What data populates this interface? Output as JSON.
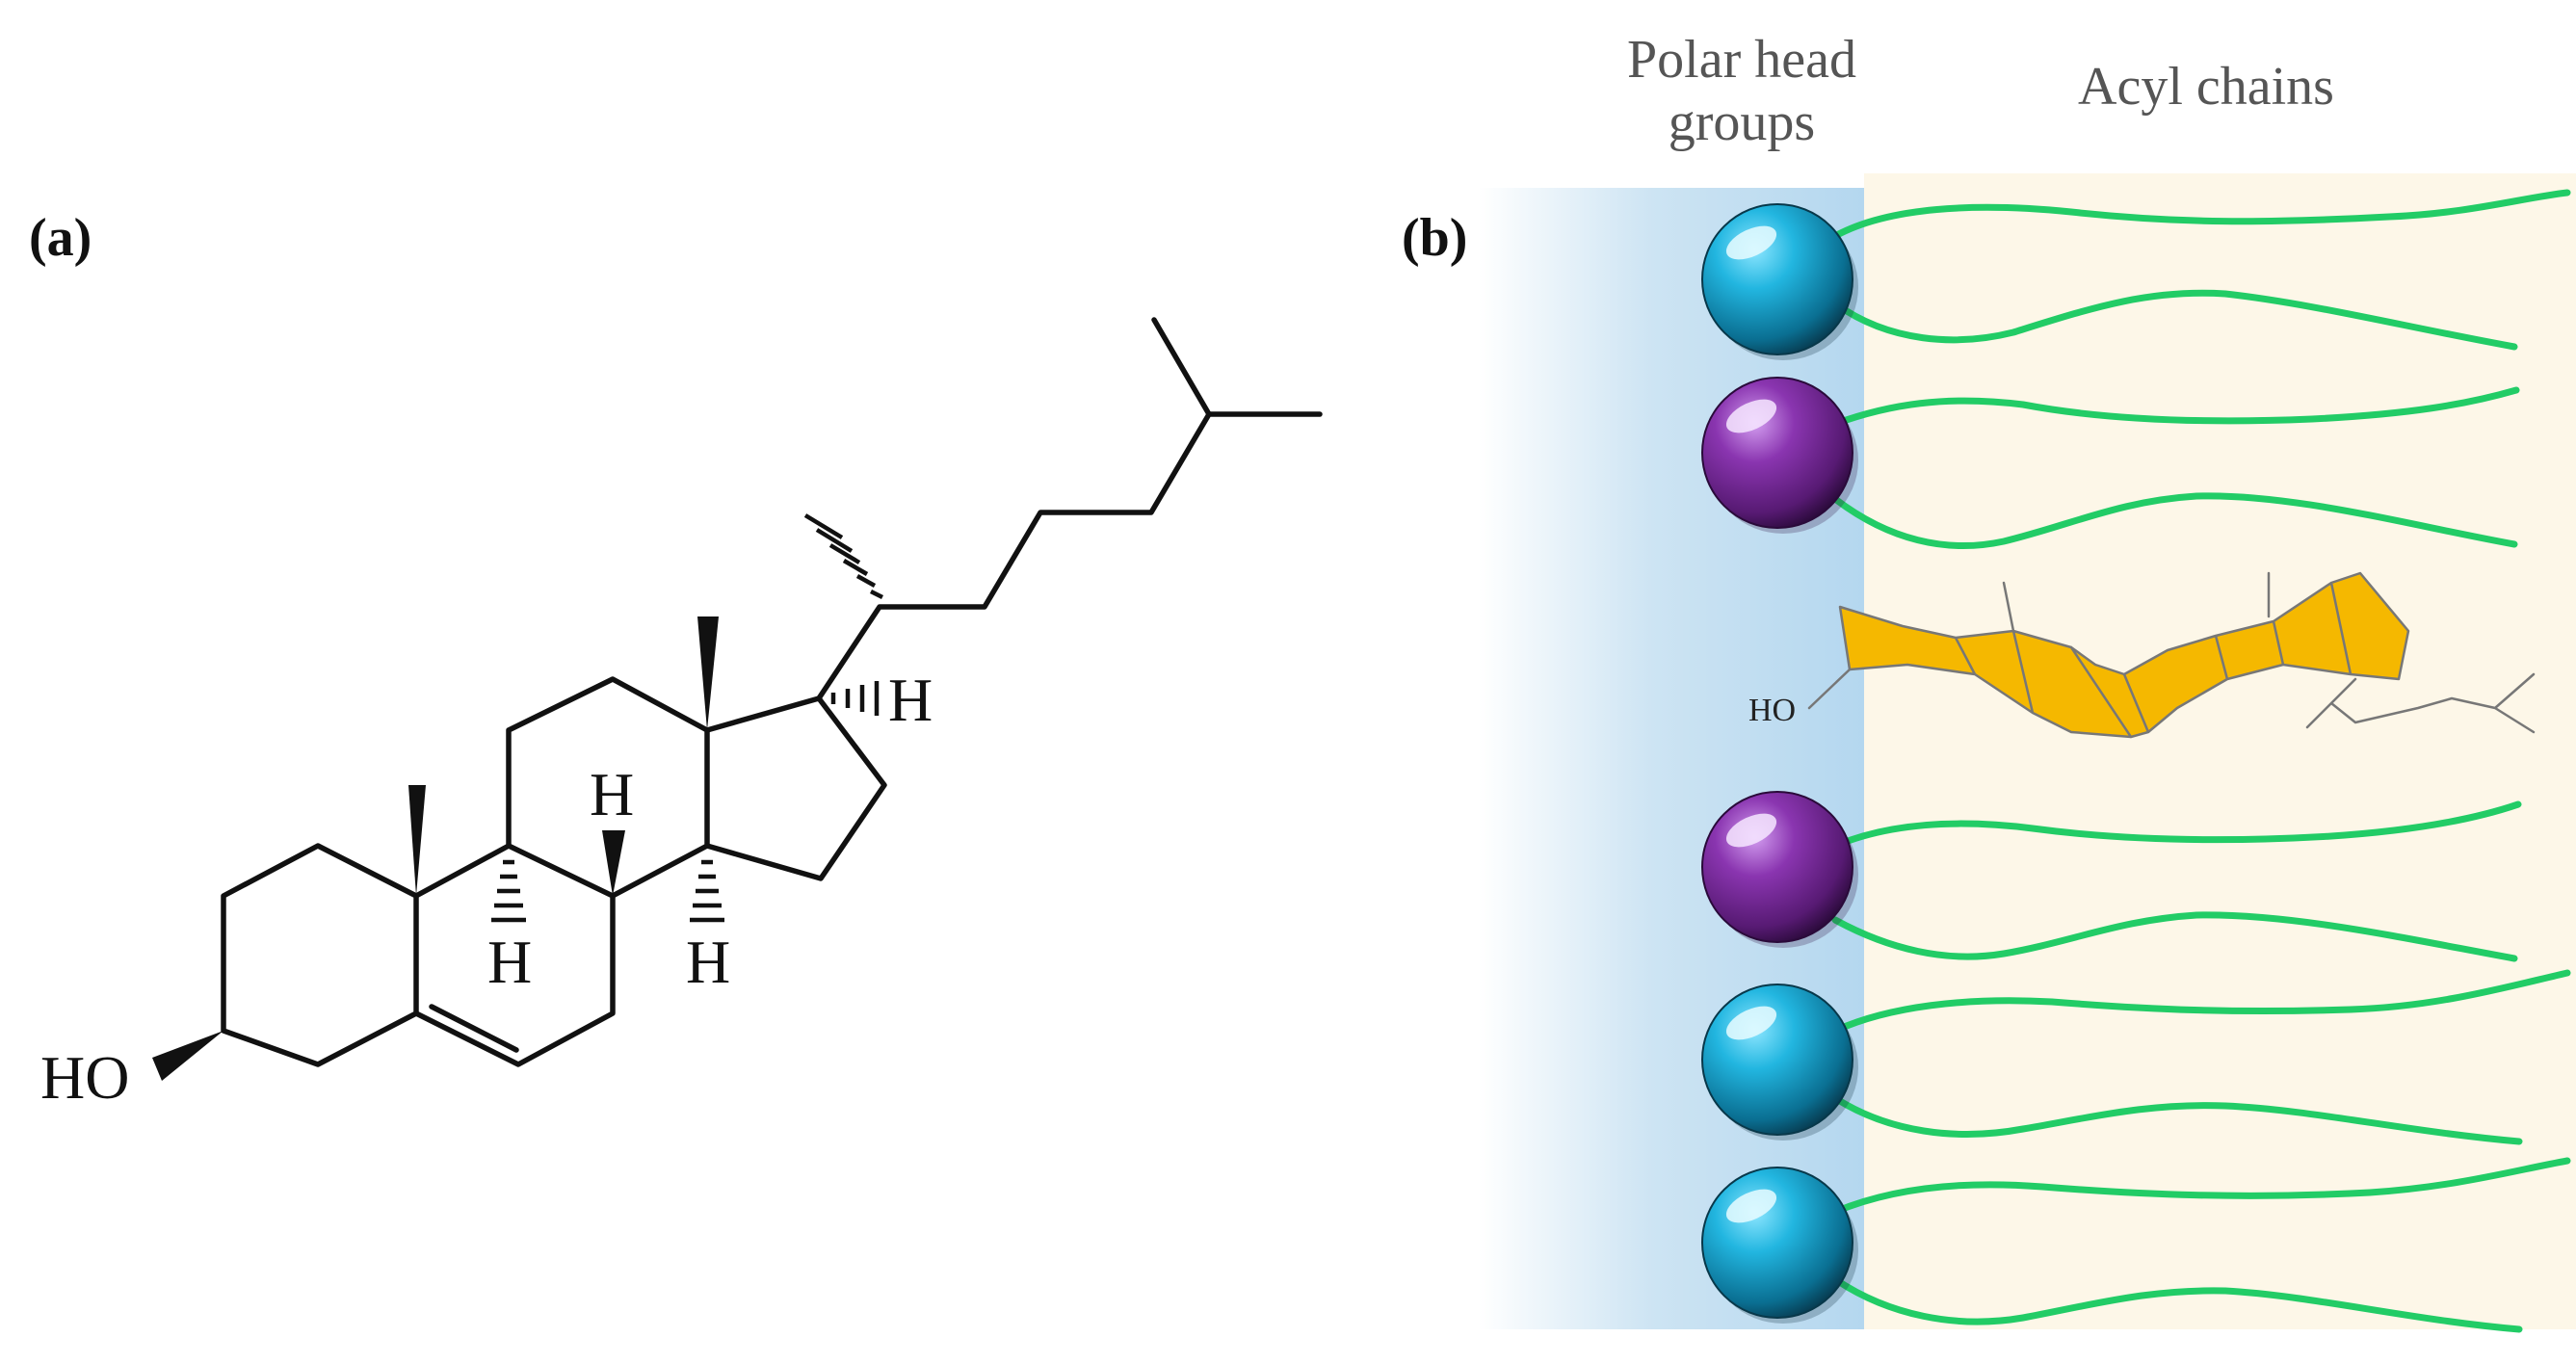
{
  "panel_a": {
    "label": "(a)",
    "molecule": {
      "hydroxyl_label": "HO",
      "hydrogen_label": "H"
    }
  },
  "panel_b": {
    "label": "(b)",
    "header_polar_line1": "Polar head",
    "header_polar_line2": "groups",
    "header_acyl": "Acyl chains",
    "cholesterol_hydroxyl": "HO",
    "head_groups": [
      "teal",
      "purple",
      "purple",
      "teal",
      "teal"
    ],
    "colors": {
      "teal": "#1fa3cf",
      "purple": "#7b2d9c",
      "acyl_tail": "#22cc66",
      "sterol_ring": "#f5b800",
      "aqueous_region": "#bcdcf0",
      "lipid_region": "#fdf7e8"
    }
  }
}
